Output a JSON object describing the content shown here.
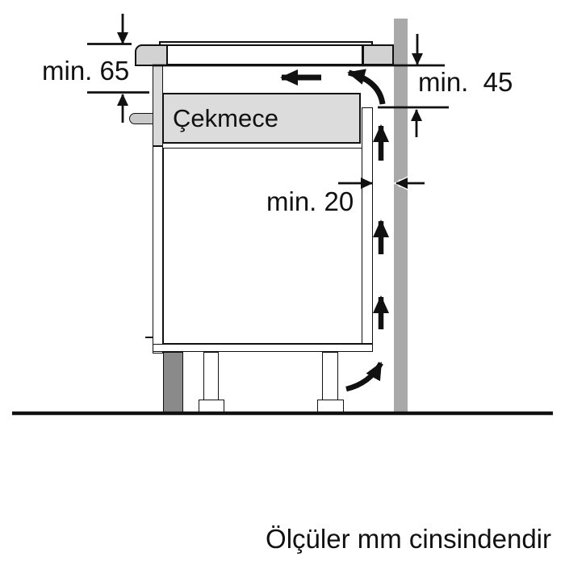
{
  "diagram": {
    "labels": {
      "dim_top_left": "min. 65",
      "dim_right": "min.  45",
      "dim_gap": "min. 20",
      "drawer": "Çekmece",
      "footer": "Ölçüler mm cinsindendir"
    },
    "colors": {
      "background": "#ffffff",
      "line": "#111111",
      "wall": "#a9a9a9",
      "block": "#d2d2d2",
      "panel_light": "#d9d9d9",
      "drawer_fill": "#dcdcdc",
      "handle": "#c9c9c9",
      "leg_dark": "#8a8a8a"
    }
  }
}
